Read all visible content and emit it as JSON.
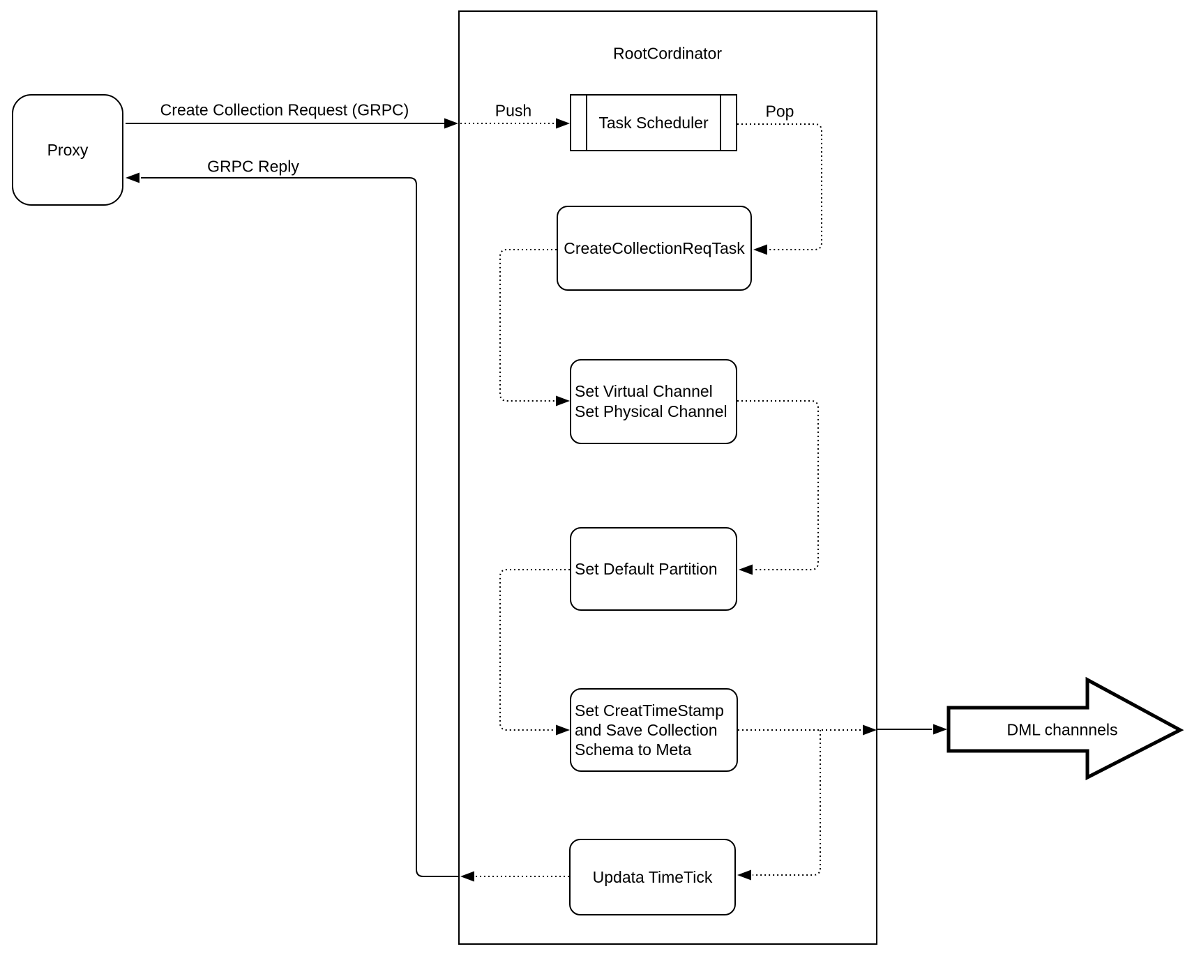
{
  "proxy": {
    "label": "Proxy"
  },
  "root": {
    "title": "RootCordinator"
  },
  "scheduler": {
    "label": "Task Scheduler"
  },
  "edges": {
    "request": "Create Collection Request (GRPC)",
    "reply": "GRPC Reply",
    "push": "Push",
    "pop": "Pop"
  },
  "tasks": {
    "create_req": "CreateCollectionReqTask",
    "set_channel_line1": "Set Virtual Channel",
    "set_channel_line2": "Set Physical Channel",
    "set_partition": "Set Default Partition",
    "set_timestamp_line1": "Set CreatTimeStamp",
    "set_timestamp_line2": "and Save Collection",
    "set_timestamp_line3": "Schema to Meta",
    "update_timetick": "Updata TimeTick"
  },
  "dml": {
    "label": "DML channnels"
  },
  "colors": {
    "line": "#000000",
    "background": "#ffffff",
    "node_fill": "#ffffff"
  }
}
